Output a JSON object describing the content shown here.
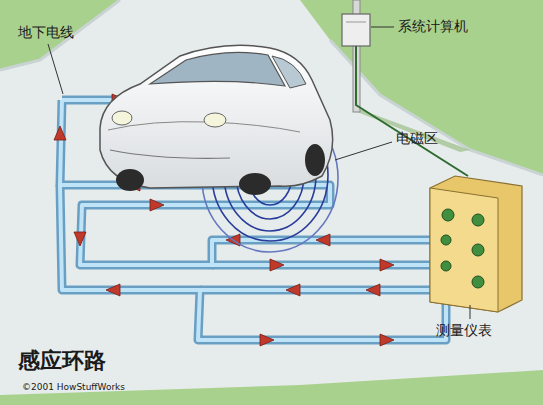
{
  "diagram": {
    "title": "感应环路",
    "labels": [
      "地下电线",
      "系统计算机",
      "电磁区",
      "测量仪表",
      "©2001 HowStuffWorks"
    ]
  }
}
